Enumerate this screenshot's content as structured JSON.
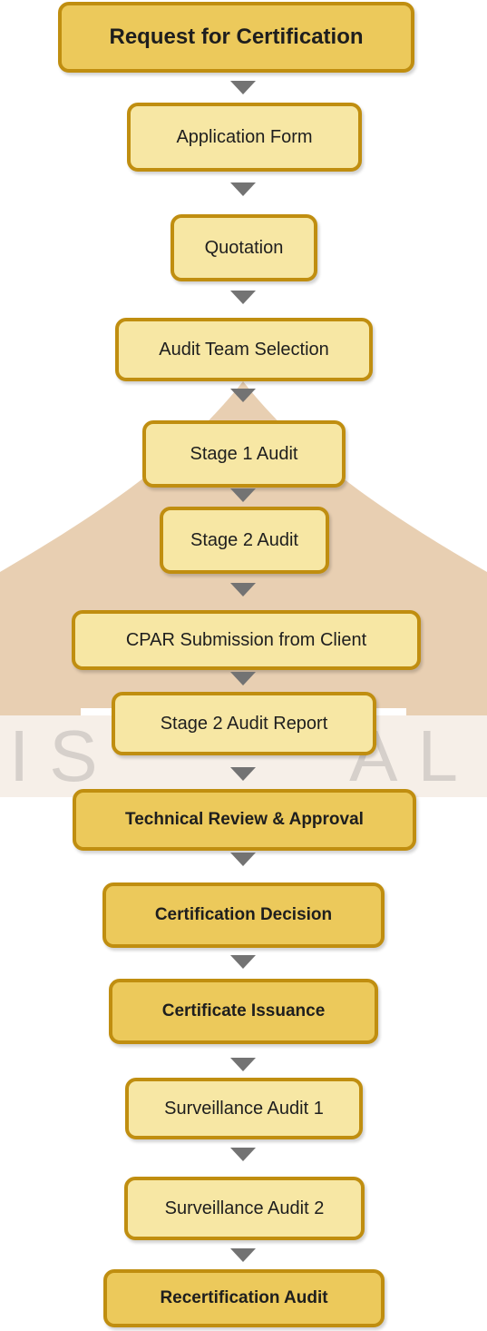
{
  "watermark": {
    "text": "IS",
    "text_right": "AL",
    "colors": {
      "shape": "#e8cfb2",
      "text": "#d6d0cb"
    }
  },
  "colors": {
    "box_fill": "#f7e7a4",
    "box_fill_bold": "#ecc95b",
    "box_border": "#c08e10",
    "arrow": "#737373"
  },
  "steps": [
    {
      "label": "Request for Certification",
      "emphasis": "bold"
    },
    {
      "label": "Application Form",
      "emphasis": "normal"
    },
    {
      "label": "Quotation",
      "emphasis": "normal"
    },
    {
      "label": "Audit Team Selection",
      "emphasis": "normal"
    },
    {
      "label": "Stage 1 Audit",
      "emphasis": "normal"
    },
    {
      "label": "Stage 2 Audit",
      "emphasis": "normal"
    },
    {
      "label": "CPAR Submission from Client",
      "emphasis": "normal"
    },
    {
      "label": "Stage 2 Audit Report",
      "emphasis": "normal"
    },
    {
      "label": "Technical Review & Approval",
      "emphasis": "bold"
    },
    {
      "label": "Certification Decision",
      "emphasis": "bold"
    },
    {
      "label": "Certificate Issuance",
      "emphasis": "bold"
    },
    {
      "label": "Surveillance Audit 1",
      "emphasis": "normal"
    },
    {
      "label": "Surveillance Audit 2",
      "emphasis": "normal"
    },
    {
      "label": "Recertification Audit",
      "emphasis": "bold"
    }
  ]
}
